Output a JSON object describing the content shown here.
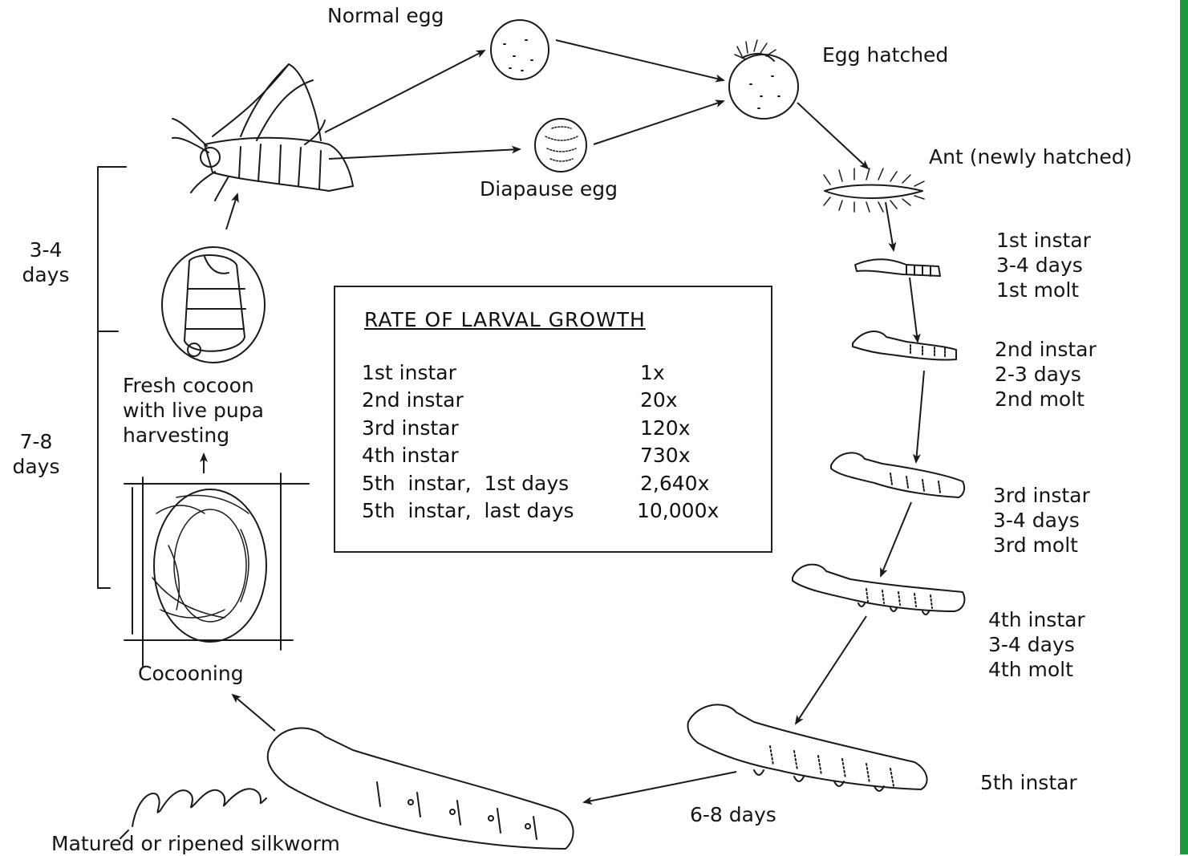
{
  "labels": {
    "normal_egg": "Normal egg",
    "egg_hatched": "Egg hatched",
    "ant": "Ant (newly hatched)",
    "diapause_egg": "Diapause egg",
    "instar1": [
      "1st instar",
      "3-4 days",
      "1st molt"
    ],
    "instar2": [
      "2nd instar",
      "2-3 days",
      "2nd molt"
    ],
    "instar3": [
      "3rd instar",
      "3-4 days",
      "3rd molt"
    ],
    "instar4": [
      "4th instar",
      "3-4 days",
      "4th molt"
    ],
    "instar5": "5th instar",
    "duration_5th": "6-8 days",
    "matured": "Matured or ripened silkworm",
    "cocooning": "Cocooning",
    "fresh_cocoon": [
      "Fresh cocoon",
      "with live pupa",
      "harvesting"
    ],
    "bracket_upper": [
      "3-4",
      "days"
    ],
    "bracket_lower": [
      "7-8",
      "days"
    ]
  },
  "rate_table": {
    "title": "RATE OF LARVAL GROWTH",
    "rows": [
      {
        "stage": "1st instar",
        "growth": "1x"
      },
      {
        "stage": "2nd instar",
        "growth": "20x"
      },
      {
        "stage": "3rd instar",
        "growth": "120x"
      },
      {
        "stage": "4th instar",
        "growth": "730x"
      },
      {
        "stage": "5th  instar,  1st days",
        "growth": "2,640x"
      },
      {
        "stage": "5th  instar,  last days",
        "growth": "10,000x"
      }
    ]
  },
  "colors": {
    "ink": "#1a1a1a",
    "accent_bar": "#1a9a3a",
    "background": "#ffffff"
  }
}
